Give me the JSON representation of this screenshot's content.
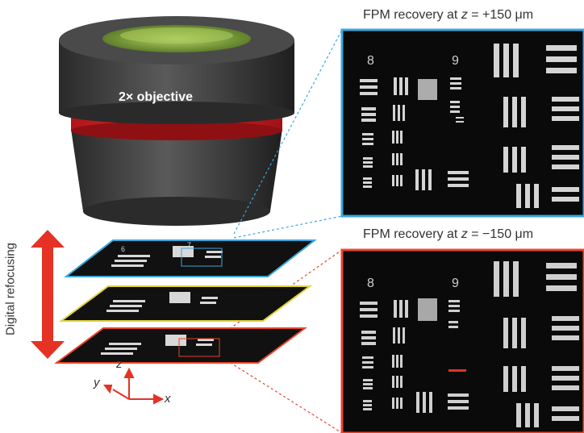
{
  "objective": {
    "label": "2× objective"
  },
  "refocus_label": "Digital refocusing",
  "panels": [
    {
      "title_prefix": "FPM recovery at ",
      "title_var": "z",
      "title_suffix": " = +150 μm",
      "border_color": "#3aa6dd"
    },
    {
      "title_prefix": "FPM recovery at ",
      "title_var": "z",
      "title_suffix": " = −150 μm",
      "border_color": "#e8452c"
    }
  ],
  "axes": {
    "z": "z",
    "y": "y",
    "x": "x"
  },
  "target_labels": {
    "group_8": "8",
    "group_9": "9",
    "group_6": "6",
    "group_7": "7"
  },
  "colors": {
    "accent_red": "#e53224",
    "accent_blue": "#3aa6dd",
    "accent_yellow": "#e0d23a",
    "objective_body": "#3c3c3c",
    "lens_green": "#8fb14a"
  }
}
